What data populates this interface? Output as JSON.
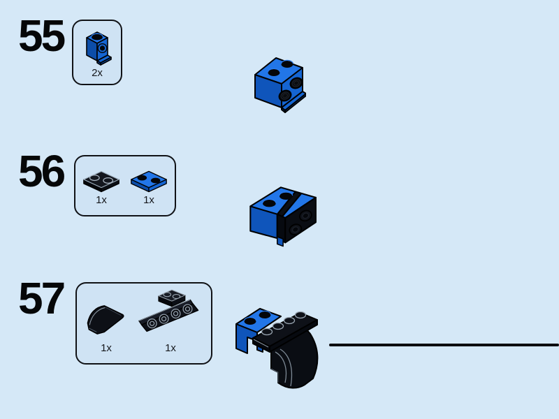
{
  "page": {
    "background_color": "#d5e8f7",
    "callout_background": "#cfe3f4",
    "outline_color": "#101216",
    "brick_blue": "#1565d2",
    "brick_blue_light": "#2276e8",
    "brick_blue_dark": "#0c4da8",
    "brick_black": "#0c0e14",
    "divider_color": "#0d0d10"
  },
  "steps": [
    {
      "number": "55",
      "parts": [
        {
          "icon": "blue-headlight-brick-1x1-icon",
          "qty": "2x"
        }
      ],
      "figure": "assembly-after-step-55-blue-brick-with-two-side-studs"
    },
    {
      "number": "56",
      "parts": [
        {
          "icon": "black-plate-1x2-icon",
          "qty": "1x"
        },
        {
          "icon": "blue-plate-1x2-icon",
          "qty": "1x"
        }
      ],
      "figure": "assembly-after-step-56-plates-added-side-studs-facing-right"
    },
    {
      "number": "57",
      "parts": [
        {
          "icon": "black-curved-slope-2x2-icon",
          "qty": "1x"
        },
        {
          "icon": "black-bracket-1x2-1x4-icon",
          "qty": "1x"
        }
      ],
      "figure": "assembly-after-step-57-bracket-and-curved-mudguard-added"
    }
  ]
}
